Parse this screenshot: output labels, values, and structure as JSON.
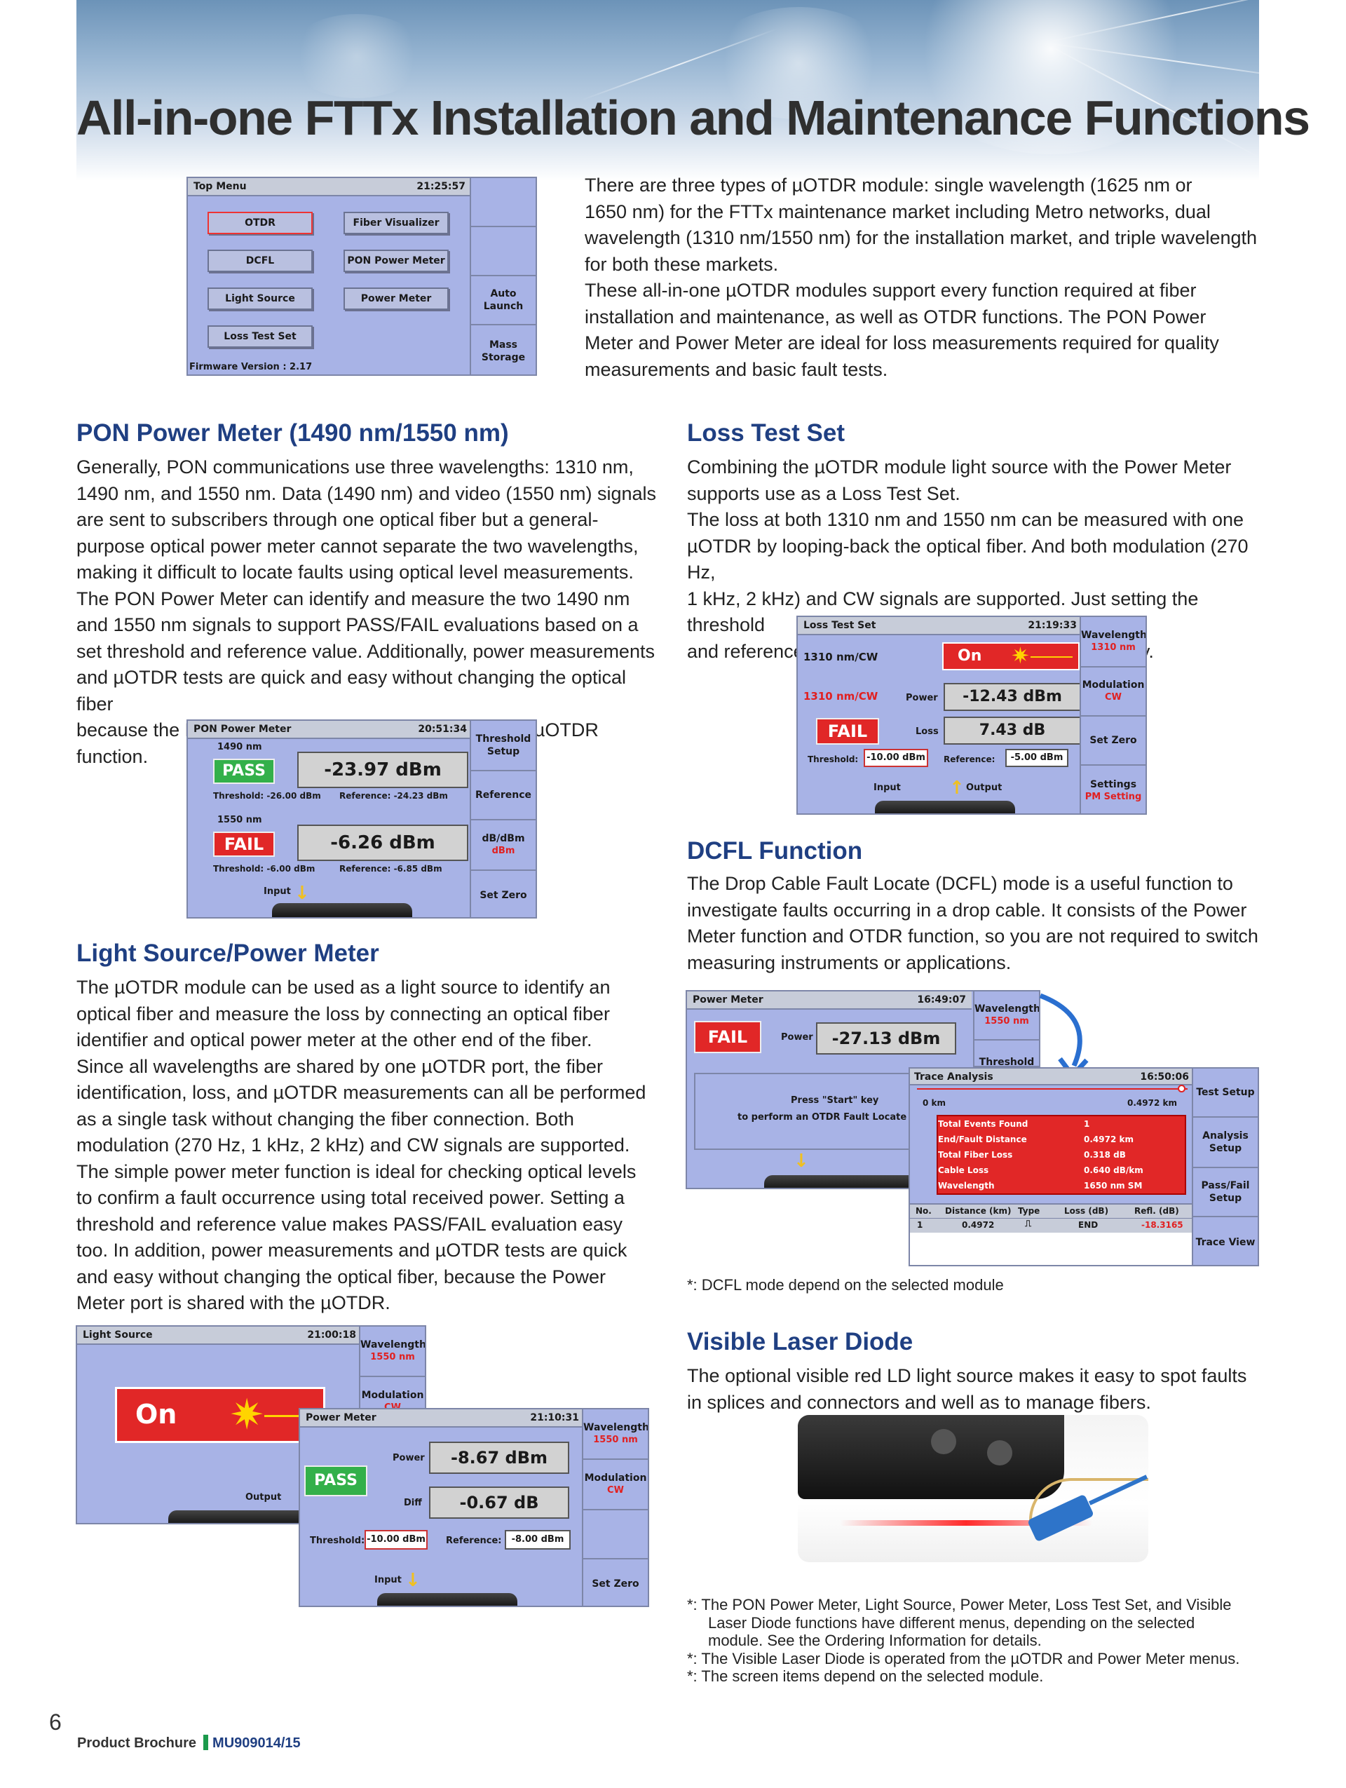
{
  "page": {
    "title": "All-in-one FTTx Installation and Maintenance Functions",
    "intro": [
      "There are three types of µOTDR module: single wavelength (1625 nm or",
      "1650 nm) for the FTTx maintenance market including Metro networks, dual",
      "wavelength (1310 nm/1550 nm) for the installation market, and triple wavelength",
      "for both these markets.",
      "These all-in-one µOTDR modules support every function required at fiber",
      "installation and maintenance, as well as OTDR functions. The PON Power",
      "Meter and Power Meter are ideal for loss measurements required for quality",
      "measurements and basic fault tests."
    ]
  },
  "top_menu_screen": {
    "title": "Top Menu",
    "time": "21:25:57",
    "buttons": [
      "OTDR",
      "Fiber Visualizer",
      "DCFL",
      "PON Power Meter",
      "Light Source",
      "Power Meter",
      "Loss Test Set"
    ],
    "side": [
      "Auto Launch",
      "Mass Storage"
    ],
    "firmware": "Firmware Version : 2.17"
  },
  "pon": {
    "heading": "PON Power Meter (1490 nm/1550 nm)",
    "text": [
      "Generally, PON communications use three wavelengths: 1310 nm,",
      "1490 nm, and 1550 nm. Data (1490 nm) and video (1550 nm) signals",
      "are sent to subscribers through one optical fiber but a general-",
      "purpose optical power meter cannot separate the two wavelengths,",
      "making it difficult to locate faults using optical level measurements.",
      "The PON Power Meter can identify and measure the two 1490 nm",
      "and 1550 nm signals to support PASS/FAIL evaluations based on a",
      "set threshold and reference value. Additionally, power measurements",
      "and µOTDR tests are quick and easy without changing the optical fiber",
      "because the PON Power Meter port is shared with the µOTDR function."
    ],
    "screen": {
      "title": "PON Power Meter",
      "time": "20:51:34",
      "wl1": "1490 nm",
      "status1": "PASS",
      "value1": "-23.97 dBm",
      "threshold1": "Threshold: -26.00 dBm",
      "reference1": "Reference: -24.23 dBm",
      "wl2": "1550 nm",
      "status2": "FAIL",
      "value2": "-6.26 dBm",
      "threshold2": "Threshold: -6.00 dBm",
      "reference2": "Reference: -6.85 dBm",
      "input": "Input",
      "side": [
        "Threshold Setup",
        "Reference",
        "dB/dBm",
        "dBm",
        "Set Zero"
      ]
    }
  },
  "lsp": {
    "heading": "Light Source/Power Meter",
    "text": [
      "The µOTDR module can be used as a light source to identify an",
      "optical fiber and measure the loss by connecting an optical fiber",
      "identifier and optical power meter at the other end of the fiber.",
      "Since all wavelengths are shared by one µOTDR port, the fiber",
      "identification, loss, and µOTDR measurements can all be performed",
      "as a single task without changing the fiber connection. Both",
      "modulation (270 Hz, 1 kHz, 2 kHz) and CW signals are supported.",
      "The simple power meter function is ideal for checking optical levels",
      "to confirm a fault occurrence using total received power. Setting a",
      "threshold and reference value makes PASS/FAIL evaluation easy",
      "too. In addition, power measurements and µOTDR tests are quick",
      "and easy without changing the optical fiber, because the Power",
      "Meter port is shared with the µOTDR."
    ],
    "ls_screen": {
      "title": "Light Source",
      "time": "21:00:18",
      "on": "On",
      "output": "Output",
      "side": [
        "Wavelength",
        "1550 nm",
        "Modulation",
        "CW"
      ]
    },
    "pm_screen": {
      "title": "Power Meter",
      "time": "21:10:31",
      "power_label": "Power",
      "power": "-8.67 dBm",
      "status": "PASS",
      "diff_label": "Diff",
      "diff": "-0.67 dB",
      "threshold_label": "Threshold:",
      "threshold": "-10.00 dBm",
      "reference_label": "Reference:",
      "reference": "-8.00 dBm",
      "input": "Input",
      "side": [
        "Wavelength",
        "1550 nm",
        "Modulation",
        "CW",
        "Set Zero"
      ]
    }
  },
  "lts": {
    "heading": "Loss Test Set",
    "text": [
      "Combining the µOTDR module light source with the Power Meter",
      "supports use as a Loss Test Set.",
      "The loss at both 1310 nm and 1550 nm can be measured with one",
      "µOTDR by looping-back the optical fiber. And both modulation (270 Hz,",
      "1 kHz, 2 kHz) and CW signals are supported. Just setting the threshold",
      "and reference value makes PASS/FAIL evaluation easy."
    ],
    "screen": {
      "title": "Loss Test Set",
      "time": "21:19:33",
      "src": "1310 nm/CW",
      "on": "On",
      "rx": "1310 nm/CW",
      "power_label": "Power",
      "power": "-12.43 dBm",
      "status": "FAIL",
      "loss_label": "Loss",
      "loss": "7.43 dB",
      "threshold_label": "Threshold:",
      "threshold": "-10.00 dBm",
      "reference_label": "Reference:",
      "reference": "-5.00 dBm",
      "input": "Input",
      "output": "Output",
      "side": [
        "Wavelength",
        "1310 nm",
        "Modulation",
        "CW",
        "Set Zero",
        "Settings",
        "PM Setting"
      ]
    }
  },
  "dcfl": {
    "heading": "DCFL Function",
    "text": [
      "The Drop Cable Fault Locate (DCFL) mode is a useful function to",
      "investigate faults occurring in a drop cable. It consists of the Power",
      "Meter function and OTDR function, so you are not required to switch",
      "measuring instruments or applications."
    ],
    "pm_screen": {
      "title": "Power Meter",
      "time": "16:49:07",
      "status": "FAIL",
      "power_label": "Power",
      "power": "-27.13 dBm",
      "press1": "Press \"Start\" key",
      "press2": "to perform an OTDR Fault Locate te",
      "side": [
        "Wavelength",
        "1550 nm",
        "Threshold"
      ]
    },
    "trace_screen": {
      "title": "Trace Analysis",
      "time": "16:50:06",
      "start": "0 km",
      "end": "0.4972 km",
      "results": [
        [
          "Total Events Found",
          "1"
        ],
        [
          "End/Fault Distance",
          "0.4972 km"
        ],
        [
          "Total Fiber Loss",
          "0.318 dB"
        ],
        [
          "Cable Loss",
          "0.640 dB/km"
        ],
        [
          "Wavelength",
          "1650 nm SM"
        ]
      ],
      "table_headers": [
        "No.",
        "Distance (km)",
        "Type",
        "Loss (dB)",
        "Refl. (dB)"
      ],
      "table_row": [
        "1",
        "0.4972",
        "⎍",
        "END",
        "-18.3165"
      ],
      "side": [
        "Test Setup",
        "Analysis Setup",
        "Pass/Fail Setup",
        "Trace View"
      ]
    },
    "note": "*: DCFL mode depend on the selected module"
  },
  "vld": {
    "heading": "Visible Laser Diode",
    "text": [
      "The optional visible red LD light source makes it easy to spot faults",
      "in splices and connectors and well as to manage fibers."
    ]
  },
  "notes": [
    "*: The PON Power Meter, Light Source, Power Meter, Loss Test Set, and Visible",
    "Laser Diode functions have different menus, depending on the selected",
    "module. See the Ordering Information for details.",
    "*: The Visible Laser Diode is operated from the µOTDR and Power Meter menus.",
    "*: The screen items depend on the selected module."
  ],
  "footer": {
    "page_number": "6",
    "label": "Product Brochure",
    "code": "MU909014/15"
  },
  "colors": {
    "heading_blue": "#1f3f82",
    "screen_bg": "#a8b3e6",
    "pass_green": "#33b04a",
    "fail_red": "#e12727",
    "footer_green": "#1b9a4c"
  }
}
